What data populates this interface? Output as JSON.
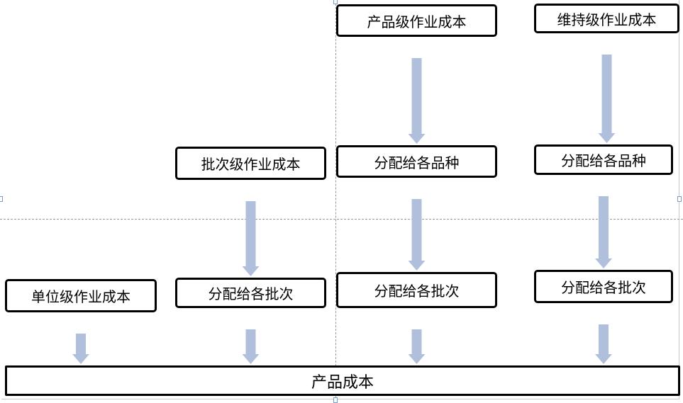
{
  "diagram": {
    "colors": {
      "box_border": "#000000",
      "arrow_fill": "#b0c0dc",
      "guide_line": "#9a9a9a"
    },
    "boxes": {
      "product_level_cost": "产品级作业成本",
      "maintenance_level_cost": "维持级作业成本",
      "batch_level_cost": "批次级作业成本",
      "product_alloc_varieties": "分配给各品种",
      "maintenance_alloc_varieties": "分配给各品种",
      "unit_level_cost": "单位级作业成本",
      "batch_alloc_batches": "分配给各批次",
      "product_alloc_batches": "分配给各批次",
      "maintenance_alloc_batches": "分配给各批次",
      "product_cost": "产品成本"
    },
    "arrows": [
      {
        "from": "product_level_cost",
        "to": "product_alloc_varieties"
      },
      {
        "from": "maintenance_level_cost",
        "to": "maintenance_alloc_varieties"
      },
      {
        "from": "batch_level_cost",
        "to": "batch_alloc_batches"
      },
      {
        "from": "product_alloc_varieties",
        "to": "product_alloc_batches"
      },
      {
        "from": "maintenance_alloc_varieties",
        "to": "maintenance_alloc_batches"
      },
      {
        "from": "unit_level_cost",
        "to": "product_cost"
      },
      {
        "from": "batch_alloc_batches",
        "to": "product_cost"
      },
      {
        "from": "product_alloc_batches",
        "to": "product_cost"
      },
      {
        "from": "maintenance_alloc_batches",
        "to": "product_cost"
      }
    ]
  }
}
